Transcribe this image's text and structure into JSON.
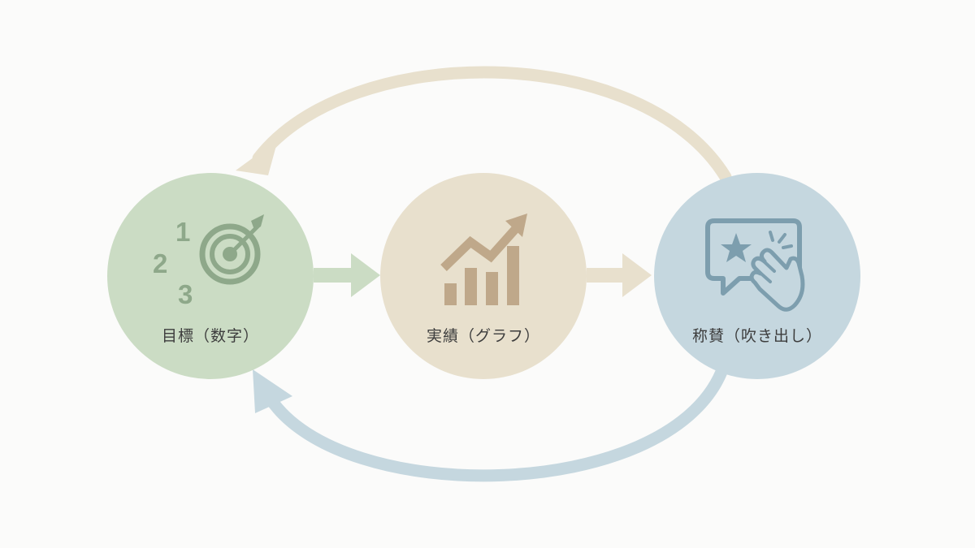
{
  "nodes": [
    {
      "id": "goal",
      "label": "目標（数字）",
      "icon": "numbered-target-icon",
      "color": "#cbdcc4",
      "icon_color": "#8ea88a",
      "digits": [
        "1",
        "2",
        "3"
      ]
    },
    {
      "id": "result",
      "label": "実績（グラフ）",
      "icon": "rising-bar-chart-icon",
      "color": "#e8e0cd",
      "icon_color": "#bfa88a"
    },
    {
      "id": "praise",
      "label": "称賛（吹き出し）",
      "icon": "speech-bubble-clap-icon",
      "color": "#c5d7df",
      "icon_color": "#7d9eae"
    }
  ],
  "arrows": {
    "straight_color": "#cbdcc4",
    "straight_color_2": "#e8e0cd",
    "top_arc_color": "#e8e0cd",
    "bottom_arc_color": "#c5d7df"
  }
}
